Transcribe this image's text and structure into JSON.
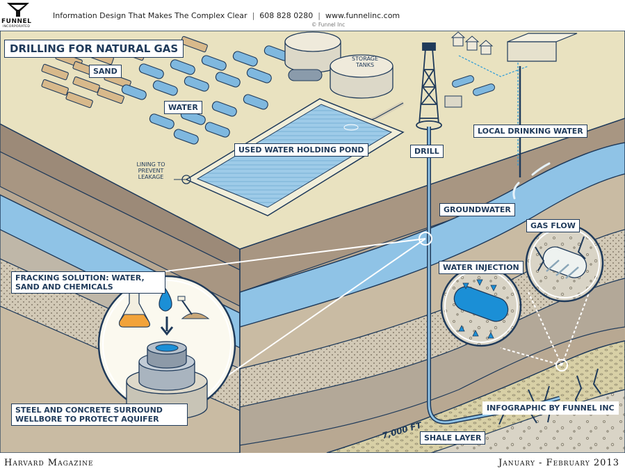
{
  "header": {
    "logo_name": "FUNNEL",
    "logo_sub": "INCORPORATED",
    "tagline": "Information Design That Makes The Complex Clear",
    "phone": "608 828 0280",
    "website": "www.funnelinc.com",
    "copyright": "© Funnel Inc"
  },
  "diagram": {
    "title": "DRILLING FOR NATURAL GAS",
    "labels": {
      "sand": "SAND",
      "water": "WATER",
      "storage_tanks": "STORAGE TANKS",
      "used_water_pond": "USED WATER HOLDING POND",
      "lining": "LINING TO PREVENT LEAKAGE",
      "drill": "DRILL",
      "local_drinking_water": "LOCAL DRINKING WATER",
      "groundwater": "GROUNDWATER",
      "gas_flow": "GAS FLOW",
      "water_injection": "WATER INJECTION",
      "fracking_solution": "FRACKING SOLUTION: WATER, SAND AND CHEMICALS",
      "steel_concrete": "STEEL AND CONCRETE SURROUND WELLBORE TO PROTECT AQUIFER",
      "credit": "INFOGRAPHIC BY FUNNEL INC",
      "depth": "7,000 FT",
      "shale_layer": "SHALE LAYER"
    },
    "colors": {
      "ground_top": "#e9e2c0",
      "earth_brown": "#9c8a78",
      "earth_tan": "#c9bba3",
      "groundwater": "#8fc3e6",
      "dotted_rock": "#d2c9b6",
      "shale": "#d8d0a6",
      "outline": "#1f3a5a",
      "accent_blue": "#1b8fd6"
    }
  },
  "footer": {
    "magazine": "Harvard Magazine",
    "issue": "January - February 2013"
  }
}
